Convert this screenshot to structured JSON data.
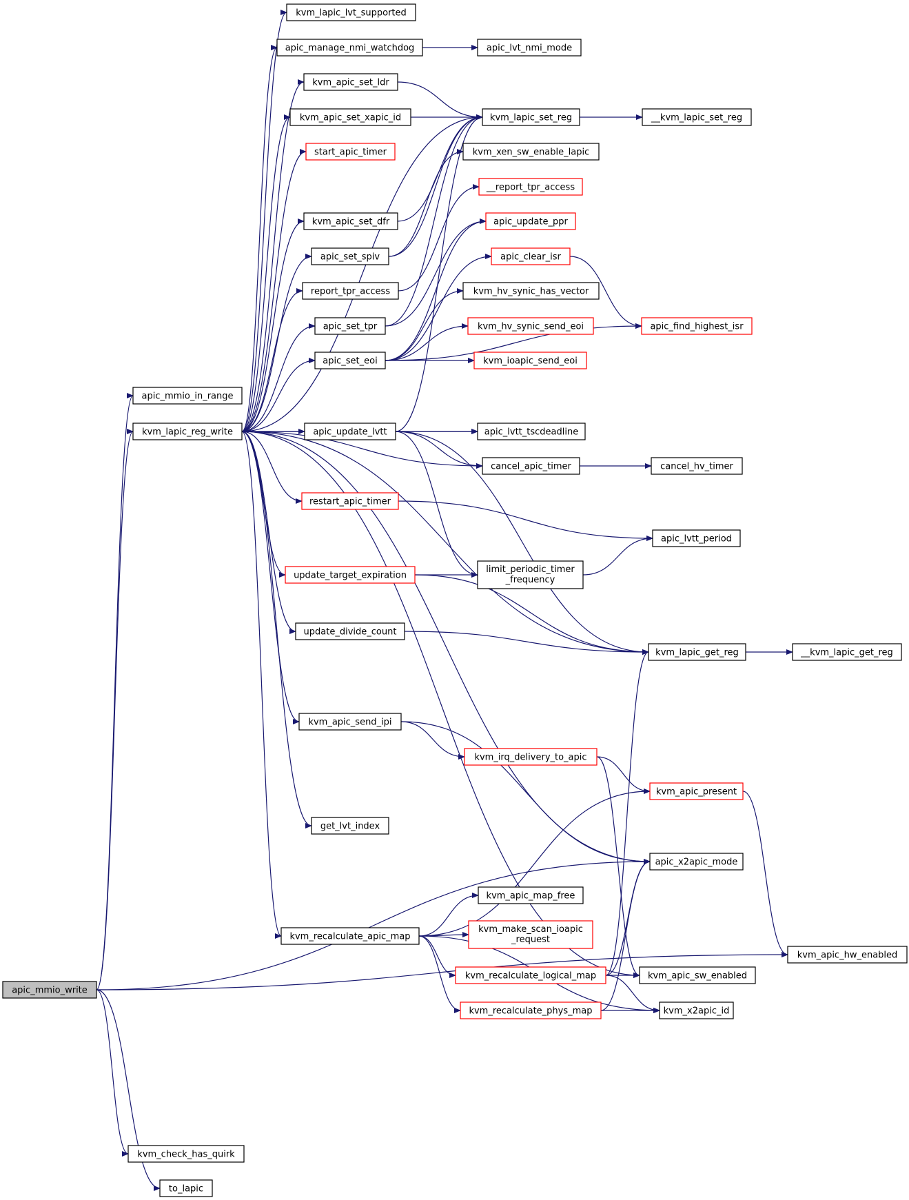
{
  "colors": {
    "edge": "#191970",
    "normal_border": "#000000",
    "truncated_border": "#ff0000",
    "root_fill": "#bfbfbf",
    "node_fill": "#ffffff"
  },
  "nodes": [
    {
      "id": "apic_mmio_write",
      "label": "apic_mmio_write",
      "style": "root"
    },
    {
      "id": "apic_mmio_in_range",
      "label": "apic_mmio_in_range",
      "style": "normal"
    },
    {
      "id": "kvm_lapic_reg_write",
      "label": "kvm_lapic_reg_write",
      "style": "normal"
    },
    {
      "id": "kvm_check_has_quirk",
      "label": "kvm_check_has_quirk",
      "style": "normal"
    },
    {
      "id": "to_lapic",
      "label": "to_lapic",
      "style": "normal"
    },
    {
      "id": "kvm_lapic_lvt_supported",
      "label": "kvm_lapic_lvt_supported",
      "style": "normal"
    },
    {
      "id": "apic_manage_nmi_watchdog",
      "label": "apic_manage_nmi_watchdog",
      "style": "normal"
    },
    {
      "id": "kvm_apic_set_ldr",
      "label": "kvm_apic_set_ldr",
      "style": "normal"
    },
    {
      "id": "kvm_apic_set_xapic_id",
      "label": "kvm_apic_set_xapic_id",
      "style": "normal"
    },
    {
      "id": "start_apic_timer",
      "label": "start_apic_timer",
      "style": "truncated"
    },
    {
      "id": "kvm_apic_set_dfr",
      "label": "kvm_apic_set_dfr",
      "style": "normal"
    },
    {
      "id": "apic_set_spiv",
      "label": "apic_set_spiv",
      "style": "normal"
    },
    {
      "id": "report_tpr_access",
      "label": "report_tpr_access",
      "style": "normal"
    },
    {
      "id": "apic_set_tpr",
      "label": "apic_set_tpr",
      "style": "normal"
    },
    {
      "id": "apic_set_eoi",
      "label": "apic_set_eoi",
      "style": "normal"
    },
    {
      "id": "apic_update_lvtt",
      "label": "apic_update_lvtt",
      "style": "normal"
    },
    {
      "id": "restart_apic_timer",
      "label": "restart_apic_timer",
      "style": "truncated"
    },
    {
      "id": "update_target_expiration",
      "label": "update_target_expiration",
      "style": "truncated"
    },
    {
      "id": "update_divide_count",
      "label": "update_divide_count",
      "style": "normal"
    },
    {
      "id": "kvm_apic_send_ipi",
      "label": "kvm_apic_send_ipi",
      "style": "normal"
    },
    {
      "id": "get_lvt_index",
      "label": "get_lvt_index",
      "style": "normal"
    },
    {
      "id": "kvm_recalculate_apic_map",
      "label": "kvm_recalculate_apic_map",
      "style": "normal"
    },
    {
      "id": "apic_lvt_nmi_mode",
      "label": "apic_lvt_nmi_mode",
      "style": "normal"
    },
    {
      "id": "kvm_lapic_set_reg",
      "label": "kvm_lapic_set_reg",
      "style": "normal"
    },
    {
      "id": "kvm_xen_sw_enable_lapic",
      "label": "kvm_xen_sw_enable_lapic",
      "style": "normal"
    },
    {
      "id": "__report_tpr_access",
      "label": "__report_tpr_access",
      "style": "truncated"
    },
    {
      "id": "apic_update_ppr",
      "label": "apic_update_ppr",
      "style": "truncated"
    },
    {
      "id": "apic_clear_isr",
      "label": "apic_clear_isr",
      "style": "truncated"
    },
    {
      "id": "kvm_hv_synic_has_vector",
      "label": "kvm_hv_synic_has_vector",
      "style": "normal"
    },
    {
      "id": "kvm_hv_synic_send_eoi",
      "label": "kvm_hv_synic_send_eoi",
      "style": "truncated"
    },
    {
      "id": "kvm_ioapic_send_eoi",
      "label": "kvm_ioapic_send_eoi",
      "style": "truncated"
    },
    {
      "id": "apic_lvtt_tscdeadline",
      "label": "apic_lvtt_tscdeadline",
      "style": "normal"
    },
    {
      "id": "cancel_apic_timer",
      "label": "cancel_apic_timer",
      "style": "normal"
    },
    {
      "id": "limit_periodic_timer_frequency",
      "label": "limit_periodic_timer\n_frequency",
      "style": "normal"
    },
    {
      "id": "kvm_irq_delivery_to_apic",
      "label": "kvm_irq_delivery_to_apic",
      "style": "truncated"
    },
    {
      "id": "kvm_apic_map_free",
      "label": "kvm_apic_map_free",
      "style": "normal"
    },
    {
      "id": "kvm_make_scan_ioapic_request",
      "label": "kvm_make_scan_ioapic\n_request",
      "style": "truncated"
    },
    {
      "id": "kvm_recalculate_logical_map",
      "label": "kvm_recalculate_logical_map",
      "style": "truncated"
    },
    {
      "id": "kvm_recalculate_phys_map",
      "label": "kvm_recalculate_phys_map",
      "style": "truncated"
    },
    {
      "id": "__kvm_lapic_set_reg",
      "label": "__kvm_lapic_set_reg",
      "style": "normal"
    },
    {
      "id": "apic_find_highest_isr",
      "label": "apic_find_highest_isr",
      "style": "truncated"
    },
    {
      "id": "cancel_hv_timer",
      "label": "cancel_hv_timer",
      "style": "normal"
    },
    {
      "id": "apic_lvtt_period",
      "label": "apic_lvtt_period",
      "style": "normal"
    },
    {
      "id": "kvm_lapic_get_reg",
      "label": "kvm_lapic_get_reg",
      "style": "normal"
    },
    {
      "id": "kvm_apic_present",
      "label": "kvm_apic_present",
      "style": "truncated"
    },
    {
      "id": "apic_x2apic_mode",
      "label": "apic_x2apic_mode",
      "style": "normal"
    },
    {
      "id": "kvm_apic_sw_enabled",
      "label": "kvm_apic_sw_enabled",
      "style": "normal"
    },
    {
      "id": "kvm_x2apic_id",
      "label": "kvm_x2apic_id",
      "style": "normal"
    },
    {
      "id": "__kvm_lapic_get_reg",
      "label": "__kvm_lapic_get_reg",
      "style": "normal"
    },
    {
      "id": "kvm_apic_hw_enabled",
      "label": "kvm_apic_hw_enabled",
      "style": "normal"
    }
  ],
  "edges": [
    {
      "from": "apic_mmio_write",
      "to": "apic_mmio_in_range"
    },
    {
      "from": "apic_mmio_write",
      "to": "kvm_lapic_reg_write"
    },
    {
      "from": "apic_mmio_write",
      "to": "apic_x2apic_mode"
    },
    {
      "from": "apic_mmio_write",
      "to": "kvm_apic_hw_enabled"
    },
    {
      "from": "apic_mmio_write",
      "to": "kvm_check_has_quirk"
    },
    {
      "from": "apic_mmio_write",
      "to": "to_lapic"
    },
    {
      "from": "kvm_lapic_reg_write",
      "to": "kvm_lapic_lvt_supported"
    },
    {
      "from": "kvm_lapic_reg_write",
      "to": "apic_manage_nmi_watchdog"
    },
    {
      "from": "kvm_lapic_reg_write",
      "to": "kvm_apic_set_ldr"
    },
    {
      "from": "kvm_lapic_reg_write",
      "to": "kvm_apic_set_xapic_id"
    },
    {
      "from": "kvm_lapic_reg_write",
      "to": "start_apic_timer"
    },
    {
      "from": "kvm_lapic_reg_write",
      "to": "kvm_lapic_set_reg"
    },
    {
      "from": "kvm_lapic_reg_write",
      "to": "kvm_apic_set_dfr"
    },
    {
      "from": "kvm_lapic_reg_write",
      "to": "apic_set_spiv"
    },
    {
      "from": "kvm_lapic_reg_write",
      "to": "report_tpr_access"
    },
    {
      "from": "kvm_lapic_reg_write",
      "to": "apic_set_tpr"
    },
    {
      "from": "kvm_lapic_reg_write",
      "to": "apic_set_eoi"
    },
    {
      "from": "kvm_lapic_reg_write",
      "to": "apic_update_lvtt"
    },
    {
      "from": "kvm_lapic_reg_write",
      "to": "apic_lvtt_tscdeadline"
    },
    {
      "from": "kvm_lapic_reg_write",
      "to": "cancel_apic_timer"
    },
    {
      "from": "kvm_lapic_reg_write",
      "to": "restart_apic_timer"
    },
    {
      "from": "kvm_lapic_reg_write",
      "to": "update_target_expiration"
    },
    {
      "from": "kvm_lapic_reg_write",
      "to": "update_divide_count"
    },
    {
      "from": "kvm_lapic_reg_write",
      "to": "kvm_lapic_get_reg"
    },
    {
      "from": "kvm_lapic_reg_write",
      "to": "kvm_apic_send_ipi"
    },
    {
      "from": "kvm_lapic_reg_write",
      "to": "get_lvt_index"
    },
    {
      "from": "kvm_lapic_reg_write",
      "to": "apic_x2apic_mode"
    },
    {
      "from": "kvm_lapic_reg_write",
      "to": "kvm_recalculate_apic_map"
    },
    {
      "from": "kvm_lapic_reg_write",
      "to": "kvm_apic_sw_enabled"
    },
    {
      "from": "apic_manage_nmi_watchdog",
      "to": "apic_lvt_nmi_mode"
    },
    {
      "from": "kvm_apic_set_ldr",
      "to": "kvm_lapic_set_reg"
    },
    {
      "from": "kvm_apic_set_xapic_id",
      "to": "kvm_lapic_set_reg"
    },
    {
      "from": "kvm_apic_set_dfr",
      "to": "kvm_lapic_set_reg"
    },
    {
      "from": "apic_set_spiv",
      "to": "kvm_lapic_set_reg"
    },
    {
      "from": "apic_set_spiv",
      "to": "kvm_xen_sw_enable_lapic"
    },
    {
      "from": "report_tpr_access",
      "to": "__report_tpr_access"
    },
    {
      "from": "apic_set_tpr",
      "to": "kvm_lapic_set_reg"
    },
    {
      "from": "apic_set_tpr",
      "to": "apic_update_ppr"
    },
    {
      "from": "apic_set_eoi",
      "to": "apic_update_ppr"
    },
    {
      "from": "apic_set_eoi",
      "to": "apic_clear_isr"
    },
    {
      "from": "apic_set_eoi",
      "to": "kvm_hv_synic_has_vector"
    },
    {
      "from": "apic_set_eoi",
      "to": "kvm_hv_synic_send_eoi"
    },
    {
      "from": "apic_set_eoi",
      "to": "kvm_ioapic_send_eoi"
    },
    {
      "from": "apic_set_eoi",
      "to": "apic_find_highest_isr"
    },
    {
      "from": "apic_clear_isr",
      "to": "apic_find_highest_isr"
    },
    {
      "from": "kvm_lapic_set_reg",
      "to": "__kvm_lapic_set_reg"
    },
    {
      "from": "apic_update_lvtt",
      "to": "kvm_lapic_set_reg"
    },
    {
      "from": "apic_update_lvtt",
      "to": "apic_lvtt_tscdeadline"
    },
    {
      "from": "apic_update_lvtt",
      "to": "cancel_apic_timer"
    },
    {
      "from": "apic_update_lvtt",
      "to": "limit_periodic_timer_frequency"
    },
    {
      "from": "apic_update_lvtt",
      "to": "kvm_lapic_get_reg"
    },
    {
      "from": "cancel_apic_timer",
      "to": "cancel_hv_timer"
    },
    {
      "from": "restart_apic_timer",
      "to": "apic_lvtt_period"
    },
    {
      "from": "limit_periodic_timer_frequency",
      "to": "apic_lvtt_period"
    },
    {
      "from": "update_target_expiration",
      "to": "limit_periodic_timer_frequency"
    },
    {
      "from": "update_target_expiration",
      "to": "kvm_lapic_get_reg"
    },
    {
      "from": "update_divide_count",
      "to": "kvm_lapic_get_reg"
    },
    {
      "from": "kvm_lapic_get_reg",
      "to": "__kvm_lapic_get_reg"
    },
    {
      "from": "kvm_apic_send_ipi",
      "to": "kvm_irq_delivery_to_apic"
    },
    {
      "from": "kvm_apic_send_ipi",
      "to": "apic_x2apic_mode"
    },
    {
      "from": "kvm_irq_delivery_to_apic",
      "to": "kvm_apic_present"
    },
    {
      "from": "kvm_irq_delivery_to_apic",
      "to": "kvm_apic_sw_enabled"
    },
    {
      "from": "kvm_apic_present",
      "to": "kvm_apic_hw_enabled"
    },
    {
      "from": "kvm_recalculate_apic_map",
      "to": "kvm_apic_present"
    },
    {
      "from": "kvm_recalculate_apic_map",
      "to": "kvm_apic_map_free"
    },
    {
      "from": "kvm_recalculate_apic_map",
      "to": "kvm_make_scan_ioapic_request"
    },
    {
      "from": "kvm_recalculate_apic_map",
      "to": "kvm_recalculate_logical_map"
    },
    {
      "from": "kvm_recalculate_apic_map",
      "to": "kvm_recalculate_phys_map"
    },
    {
      "from": "kvm_recalculate_apic_map",
      "to": "kvm_x2apic_id"
    },
    {
      "from": "kvm_recalculate_logical_map",
      "to": "kvm_lapic_get_reg"
    },
    {
      "from": "kvm_recalculate_logical_map",
      "to": "apic_x2apic_mode"
    },
    {
      "from": "kvm_recalculate_logical_map",
      "to": "kvm_apic_sw_enabled"
    },
    {
      "from": "kvm_recalculate_logical_map",
      "to": "kvm_x2apic_id"
    },
    {
      "from": "kvm_recalculate_phys_map",
      "to": "apic_x2apic_mode"
    },
    {
      "from": "kvm_recalculate_phys_map",
      "to": "kvm_x2apic_id"
    }
  ]
}
